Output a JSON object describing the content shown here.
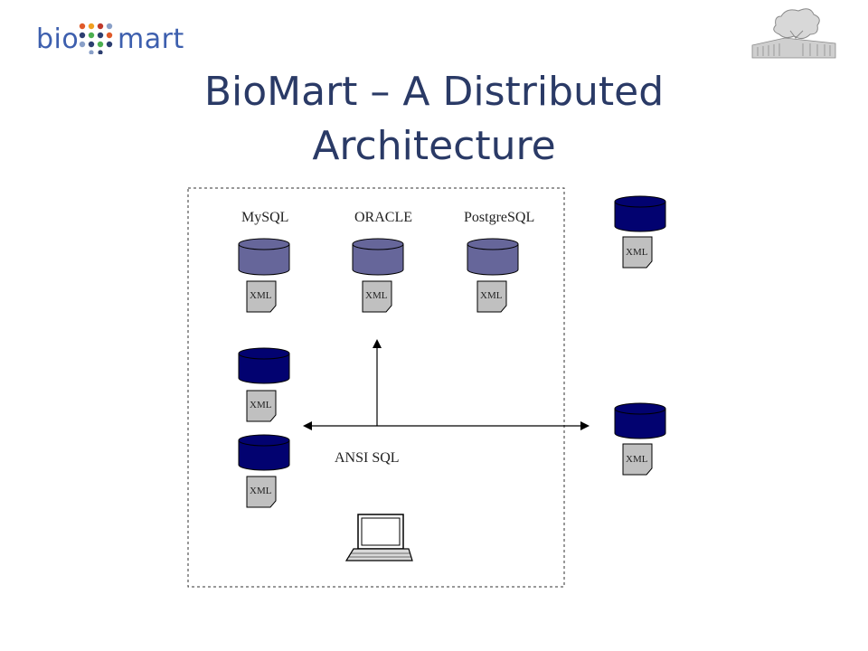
{
  "header": {
    "logo": {
      "left": "bio",
      "right": "mart"
    },
    "title_line1": "BioMart – A Distributed",
    "title_line2": "Architecture"
  },
  "diagram": {
    "db_labels": [
      "MySQL",
      "ORACLE",
      "PostgreSQL"
    ],
    "xml_label": "XML",
    "query_label": "ANSI SQL"
  },
  "colors": {
    "local_db": "#66669a",
    "remote_db": "#020270",
    "title": "#2a3a66",
    "logo_text": "#3d5fae",
    "file_fill": "#c0c0c0"
  }
}
